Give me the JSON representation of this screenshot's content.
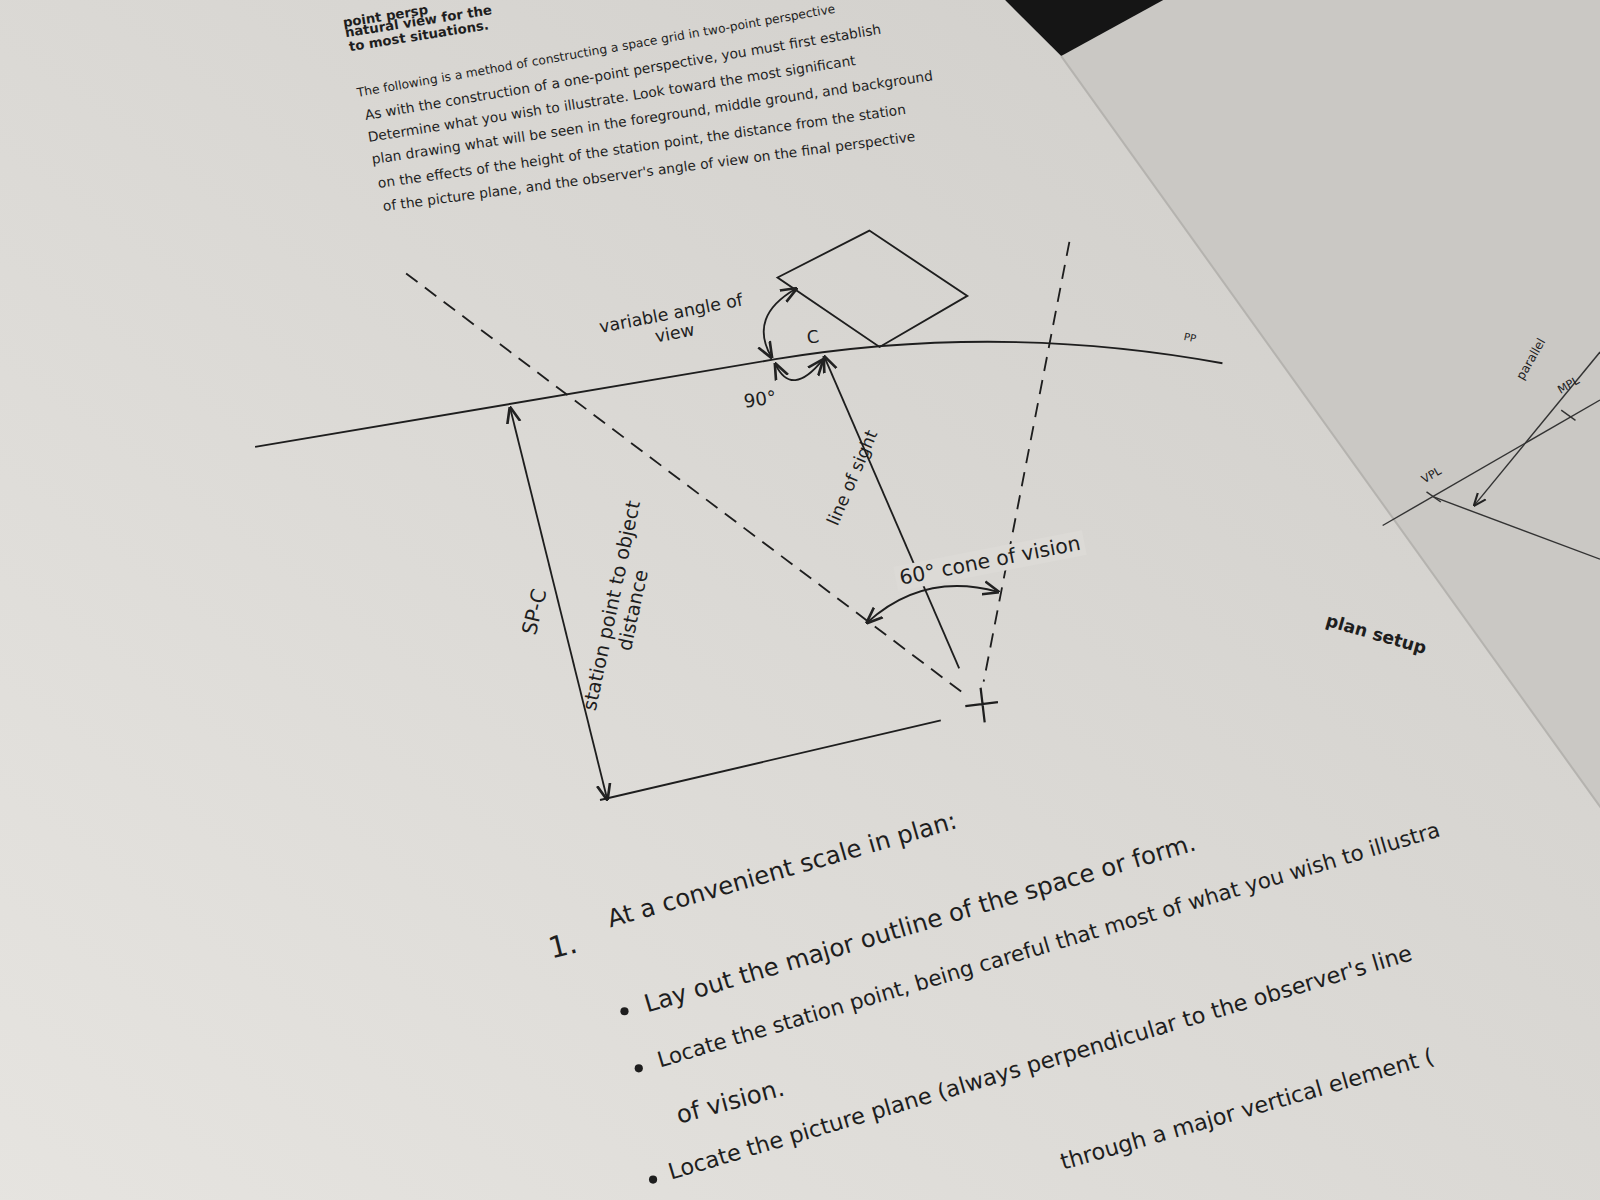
{
  "diagram": {
    "labels": [
      "point persp",
      "natural view for the",
      "to most situations.",
      "The following is a method of constructing a space grid in two-point perspective",
      "As with the construction of a one-point perspective, you must first establish",
      "Determine what you wish to illustrate. Look toward the most significant",
      "plan drawing what will be seen in the foreground, middle ground, and background",
      "on the effects of the height of the station point, the distance from the station",
      "of the picture plane, and the observer's angle of view on the final perspective",
      "variable angle of view",
      "C",
      "90°",
      "line of sight",
      "60° cone of vision",
      "SP-C",
      "station point to object distance",
      "PP",
      "plan setup",
      "1.",
      "At a convenient scale in plan:",
      "Lay out the major outline of the space or form.",
      "Locate the station point, being careful that most of what you wish to illustra",
      "of vision.",
      "Locate the picture plane (always perpendicular to the observer's line",
      "through a major vertical element (",
      "parallel",
      "MPL",
      "VPL"
    ]
  }
}
